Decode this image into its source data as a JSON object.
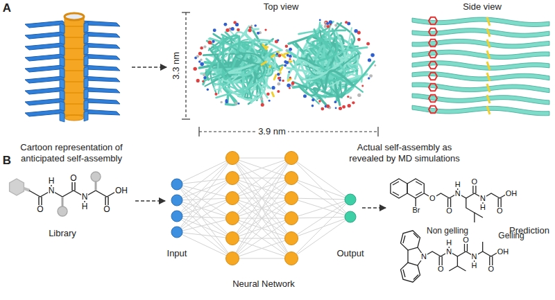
{
  "diagram": {
    "labels": [
      "A",
      "Top view",
      "Side view",
      "3.3 nm",
      "3.9 nm",
      "Cartoon representation of anticipated self-assembly",
      "Actual self-assembly as revealed by MD simulations",
      "B",
      "O",
      "N",
      "H",
      "O",
      "N",
      "H",
      "O",
      "OH",
      "Library",
      "Input",
      "Neural Network",
      "Output",
      "Br",
      "O",
      "O",
      "N",
      "H",
      "O",
      "N",
      "H",
      "O",
      "OH",
      "Non gelling",
      "Prediction",
      "N",
      "O",
      "N",
      "H",
      "O",
      "N",
      "H",
      "O",
      "OH",
      "Gelling"
    ]
  }
}
